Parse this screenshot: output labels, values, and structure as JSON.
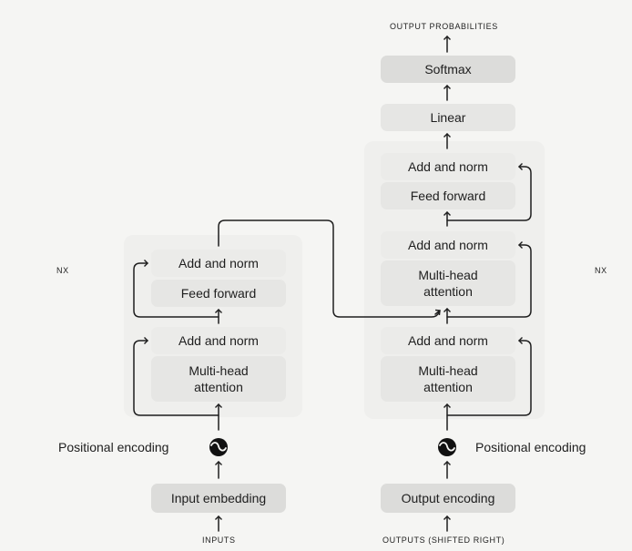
{
  "labels": {
    "output_probabilities": "OUTPUT PROBABILITIES",
    "inputs": "INPUTS",
    "outputs_shifted": "OUTPUTS (SHIFTED RIGHT)",
    "nx_left": "NX",
    "nx_right": "NX",
    "positional_encoding_left": "Positional encoding",
    "positional_encoding_right": "Positional encoding"
  },
  "encoder": {
    "input_embedding": "Input embedding",
    "attention": "Multi-head\nattention",
    "add_norm_1": "Add and norm",
    "feed_forward": "Feed forward",
    "add_norm_2": "Add and norm"
  },
  "decoder": {
    "output_encoding": "Output encoding",
    "masked_attention": "Multi-head\nattention",
    "add_norm_1": "Add and norm",
    "cross_attention": "Multi-head\nattention",
    "add_norm_2": "Add and norm",
    "feed_forward": "Feed forward",
    "add_norm_3": "Add and norm",
    "linear": "Linear",
    "softmax": "Softmax"
  },
  "icons": [
    "positional-encoding-icon",
    "arrow-up-icon"
  ]
}
